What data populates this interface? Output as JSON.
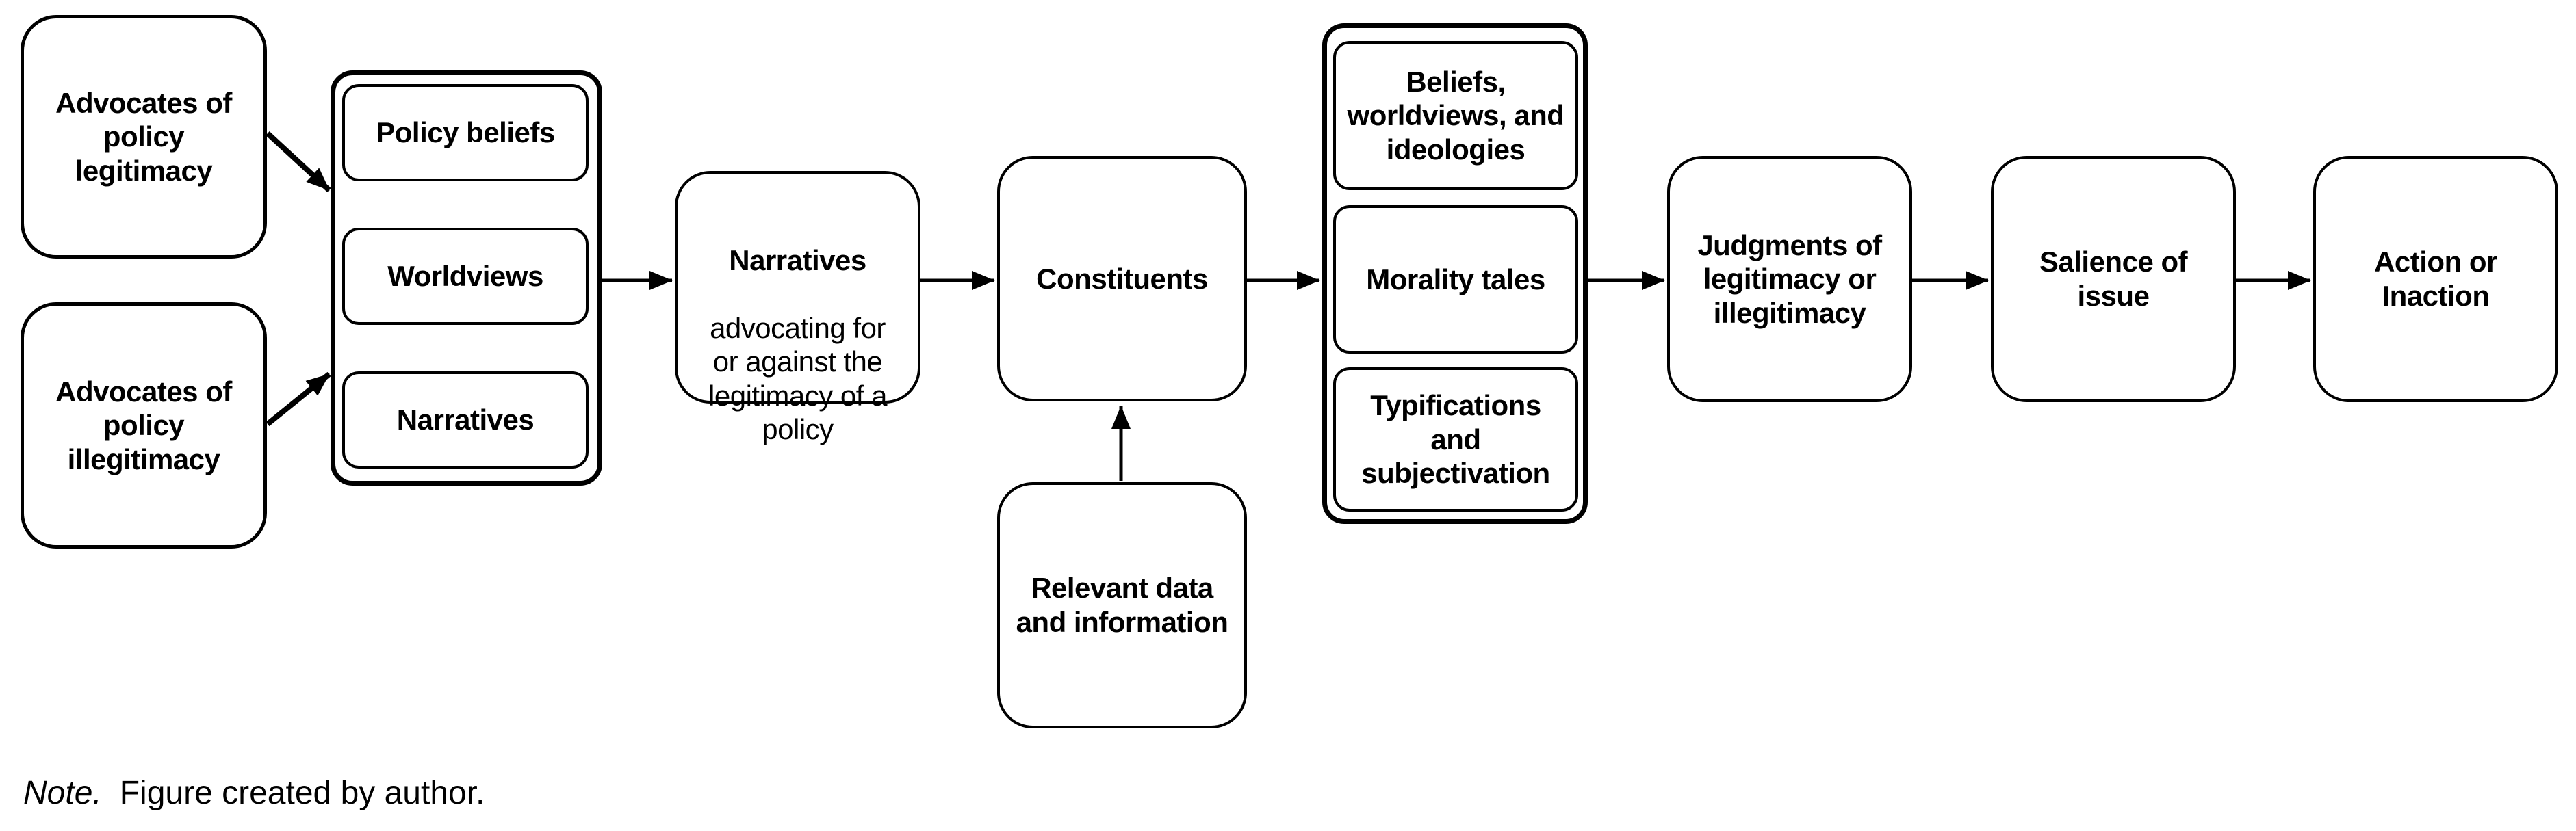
{
  "figure": {
    "nodes": {
      "advocates_legitimacy": "Advocates of\npolicy\nlegitimacy",
      "advocates_illegitimacy": "Advocates of\npolicy\nillegitimacy",
      "policy_beliefs": "Policy beliefs",
      "worldviews": "Worldviews",
      "narratives": "Narratives",
      "narratives_full": {
        "title": "Narratives",
        "body": "advocating for\nor against the\nlegitimacy of a\npolicy"
      },
      "constituents": "Constituents",
      "relevant_data": "Relevant data\nand information",
      "beliefs_worldviews_ideologies": "Beliefs,\nworldviews, and\nideologies",
      "morality_tales": "Morality tales",
      "typifications": "Typifications\nand\nsubjectivation",
      "judgments": "Judgments of\nlegitimacy or\nillegitimacy",
      "salience": "Salience of\nissue",
      "action": "Action or\nInaction"
    },
    "note": {
      "lead": "Note.",
      "text": "Figure created by author."
    },
    "colors": {
      "stroke": "#000000",
      "background": "#ffffff",
      "text": "#000000"
    }
  }
}
